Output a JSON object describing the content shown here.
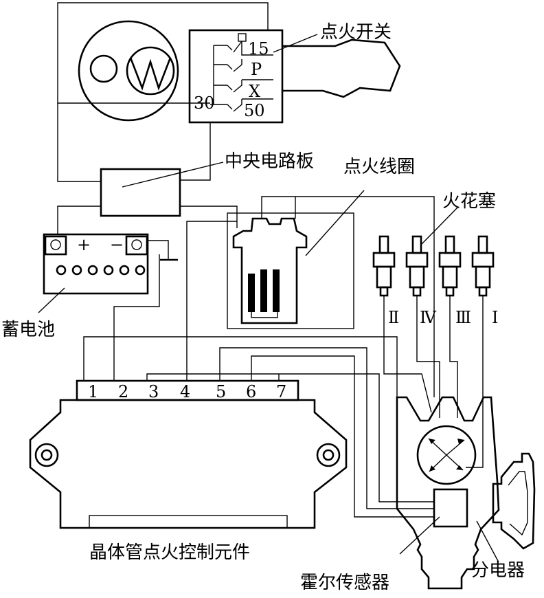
{
  "labels": {
    "ignition_switch": "点火开关",
    "central_board": "中央电路板",
    "ignition_coil": "点火线圈",
    "spark_plug": "火花塞",
    "battery": "蓄电池",
    "control_unit": "晶体管点火控制元件",
    "hall_sensor": "霍尔传感器",
    "distributor": "分电器"
  },
  "switch_terminals": [
    "15",
    "P",
    "X",
    "50",
    "30"
  ],
  "battery_signs": {
    "plus": "+",
    "minus": "−"
  },
  "plug_numbers": [
    "Ⅱ",
    "Ⅳ",
    "Ⅲ",
    "Ⅰ"
  ],
  "pin_numbers": [
    "1",
    "2",
    "3",
    "4",
    "5",
    "6",
    "7"
  ]
}
